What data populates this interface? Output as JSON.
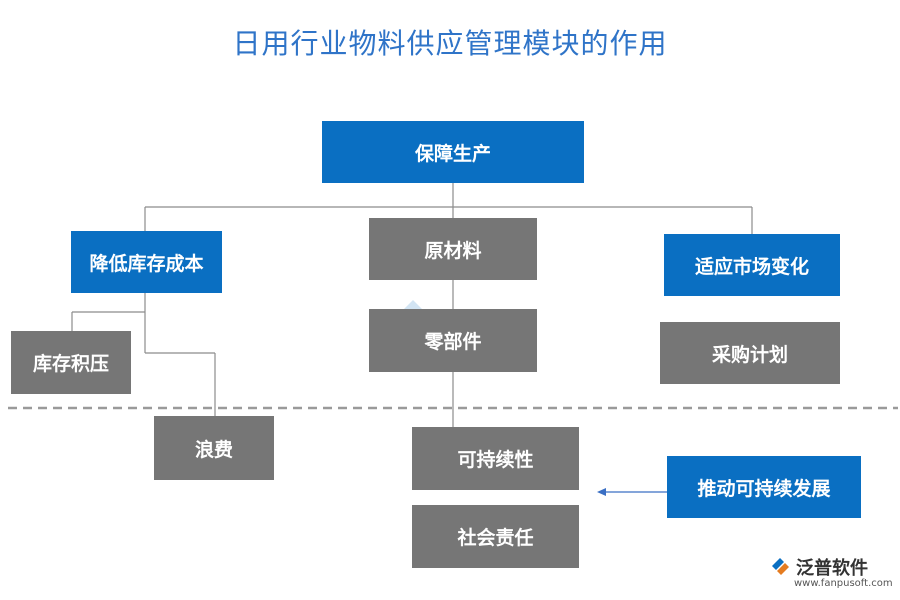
{
  "title": "日用行业物料供应管理模块的作用",
  "nodes": {
    "root": "保障生产",
    "reduce_cost": "降低库存成本",
    "raw_material": "原材料",
    "adapt_market": "适应市场变化",
    "inventory_backlog": "库存积压",
    "parts": "零部件",
    "purchase_plan": "采购计划",
    "waste": "浪费",
    "sustainability": "可持续性",
    "social_responsibility": "社会责任",
    "promote_sustainable": "推动可持续发展"
  },
  "colors": {
    "title": "#2f74c8",
    "blue_box": "#0a6fc2",
    "gray_box": "#767676",
    "connector": "#8c8c8c",
    "divider": "#9a9a9a",
    "arrow": "#3a6fc4"
  },
  "logo": {
    "name": "泛普软件",
    "url": "www.fanpusoft.com"
  }
}
